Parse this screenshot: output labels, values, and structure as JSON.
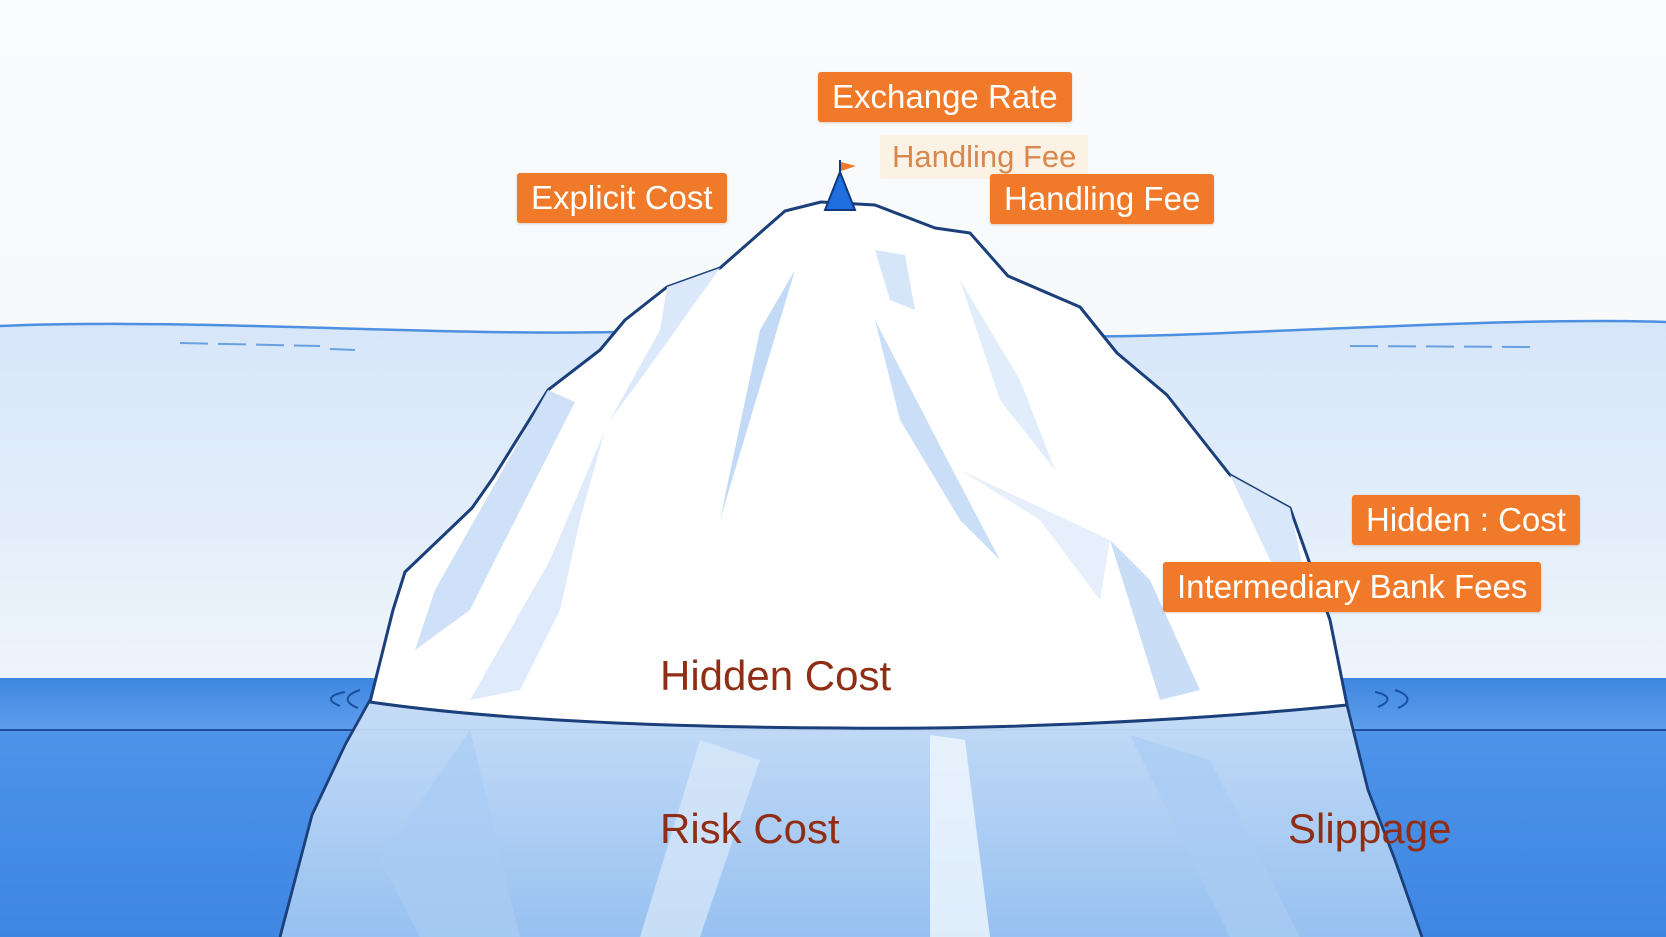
{
  "labels": {
    "exchange_rate": "Exchange Rate",
    "handling_fee_faint": "Handling Fee",
    "explicit_cost": "Explicit Cost",
    "handling_fee": "Handling Fee",
    "hidden_cost_tag": "Hidden : Cost",
    "intermediary_bank_fees": "Intermediary Bank Fees",
    "hidden_cost": "Hidden Cost",
    "risk_cost": "Risk Cost",
    "slippage": "Slippage"
  },
  "colors": {
    "tag_bg": "#f07a2a",
    "tag_text": "#ffffff",
    "zone_text": "#8f2e14",
    "sky": "#f8fafb",
    "water_upper": "#e4eefa",
    "water_deep": "#4a90e8",
    "ice_outline": "#1a3f7a",
    "ice_face": "#ffffff",
    "ice_shade": "#bcd6f5",
    "flag": "#1f6fe0",
    "pennant": "#f07a2a"
  }
}
